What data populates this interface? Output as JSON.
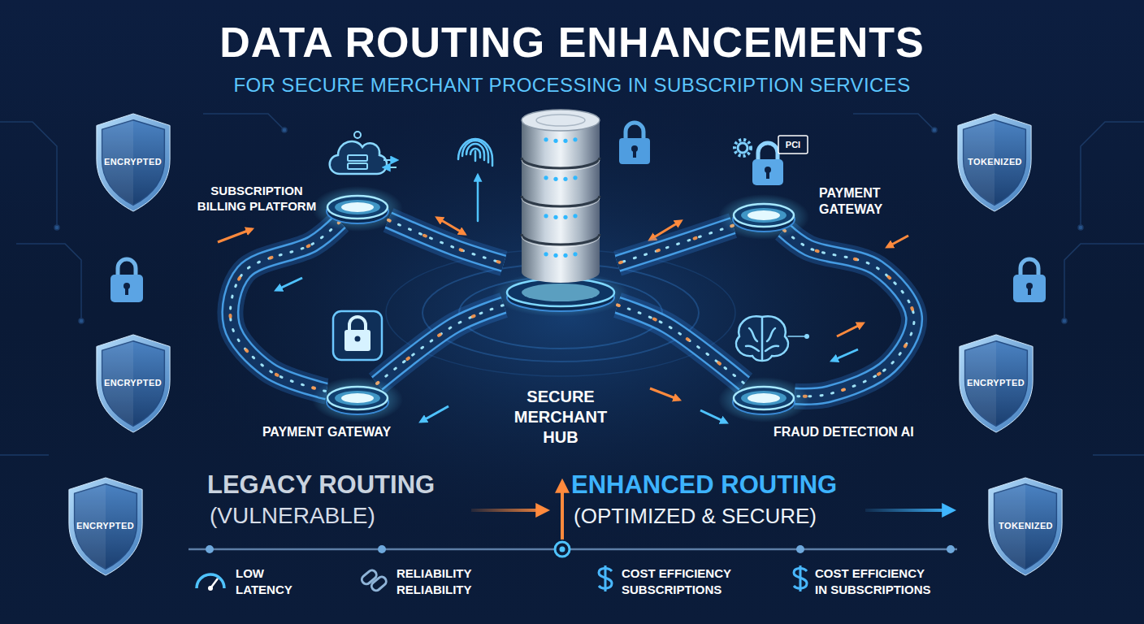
{
  "diagram": {
    "title": "DATA ROUTING ENHANCEMENTS",
    "caption": "FOR SECURE MERCHANT PROCESSING IN SUBSCRIPTION SERVICES",
    "nodes": [
      {
        "text": [
          "ENCRYPTED"
        ]
      },
      {
        "text": [
          "SUBSCRIPTION BILLING PLATFORM"
        ]
      },
      {
        "text": [
          "PAYMENT GATEWAY"
        ]
      },
      {
        "text": [
          "TOKENIZED"
        ]
      },
      {
        "text": [
          "SECURE MERCHANT HUB"
        ]
      },
      {
        "text": [
          "ENCRYPTED"
        ]
      },
      {
        "text": [
          "PAYMENT GATEWAY"
        ]
      },
      {
        "text": [
          "FRAUD DETECTION AI"
        ]
      },
      {
        "text": [
          "ENCRYPTED"
        ]
      },
      {
        "text": [
          "ENCRYPTED"
        ]
      },
      {
        "text": [
          "TOKENIZED"
        ]
      }
    ],
    "edges": [
      {
        "from": 1,
        "to": 4,
        "arrow": "none"
      },
      {
        "from": 2,
        "to": 4,
        "arrow": "none"
      },
      {
        "from": 6,
        "to": 4,
        "arrow": "none"
      },
      {
        "from": 4,
        "to": 7,
        "arrow": "none"
      },
      {
        "from": 1,
        "to": 6,
        "arrow": "none"
      },
      {
        "from": 2,
        "to": 7,
        "arrow": "none"
      }
    ],
    "labels": [
      "PCI",
      "LEGACY ROUTING",
      "(VULNERABLE)",
      "ENHANCED ROUTING",
      "(OPTIMIZED & SECURE)",
      "LOW LATENCY",
      "RELIABILITY RELIABILITY",
      "COST EFFICIENCY SUBSCRIPTIONS",
      "COST EFFICIENCY IN SUBSCRIPTIONS"
    ]
  }
}
